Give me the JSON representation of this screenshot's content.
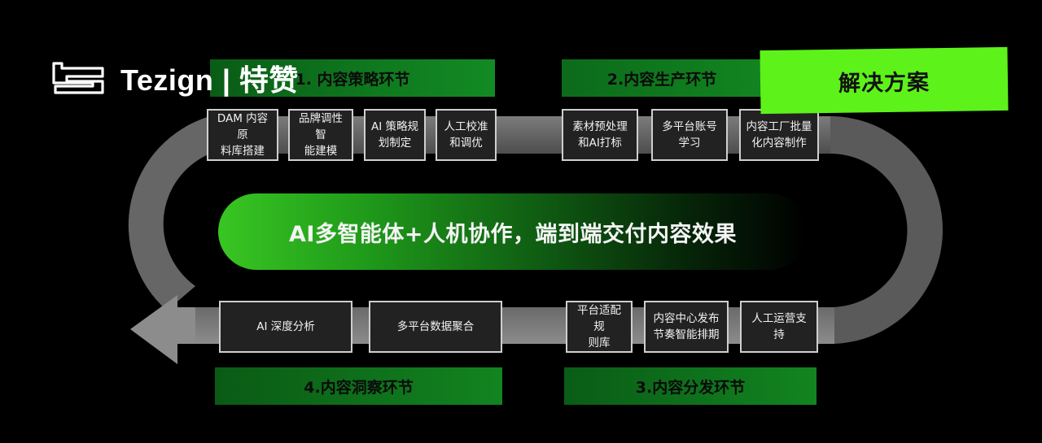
{
  "brand": {
    "logo_text": "Tezign | 特赞"
  },
  "solution_label": "解决方案",
  "center_text": "AI多智能体+人机协作，端到端交付内容效果",
  "stages": {
    "s1": {
      "label": "1. 内容策略环节"
    },
    "s2": {
      "label": "2.内容生产环节"
    },
    "s3": {
      "label": "3.内容分发环节"
    },
    "s4": {
      "label": "4.内容洞察环节"
    }
  },
  "steps": {
    "strategy": [
      {
        "line1": "DAM 内容原",
        "line2": "料库搭建"
      },
      {
        "line1": "品牌调性智",
        "line2": "能建模"
      },
      {
        "line1": "AI 策略规",
        "line2": "划制定"
      },
      {
        "line1": "人工校准",
        "line2": "和调优"
      }
    ],
    "production": [
      {
        "line1": "素材预处理",
        "line2": "和AI打标"
      },
      {
        "line1": "多平台账号",
        "line2": "学习"
      },
      {
        "line1": "内容工厂批量",
        "line2": "化内容制作"
      }
    ],
    "distribution": [
      {
        "line1": "平台适配规",
        "line2": "则库"
      },
      {
        "line1": "内容中心发布",
        "line2": "节奏智能排期"
      },
      {
        "line1": "人工运营支持",
        "line2": ""
      }
    ],
    "insight": [
      {
        "line1": "AI 深度分析",
        "line2": ""
      },
      {
        "line1": "多平台数据聚合",
        "line2": ""
      }
    ]
  },
  "colors": {
    "accent_green": "#5df21a",
    "stage_green": "#0f7a1f",
    "loop_gray": "#6e6e6e",
    "background": "#000000"
  }
}
